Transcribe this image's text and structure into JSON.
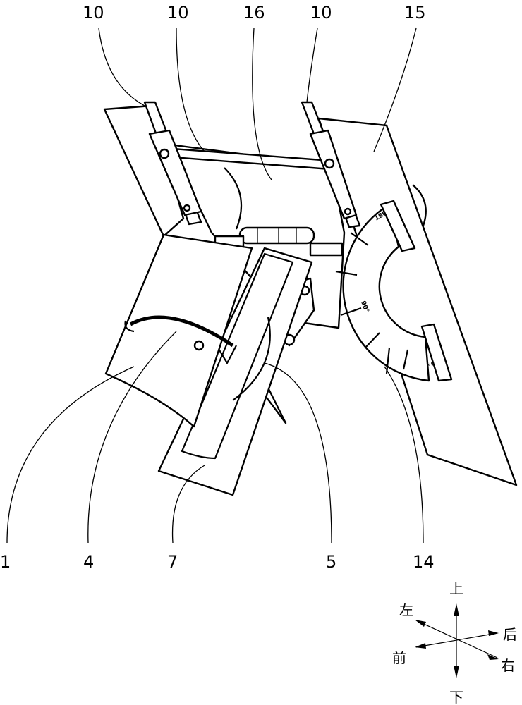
{
  "labels": {
    "top": [
      "10",
      "10",
      "16",
      "10",
      "15"
    ],
    "bottom": [
      "1",
      "4",
      "7",
      "5",
      "14"
    ]
  },
  "protractor": {
    "marks": [
      "180°",
      "90°",
      "0°"
    ]
  },
  "direction_indicator": {
    "up": "上",
    "down": "下",
    "left": "左",
    "right": "右",
    "front": "前",
    "back": "后"
  }
}
